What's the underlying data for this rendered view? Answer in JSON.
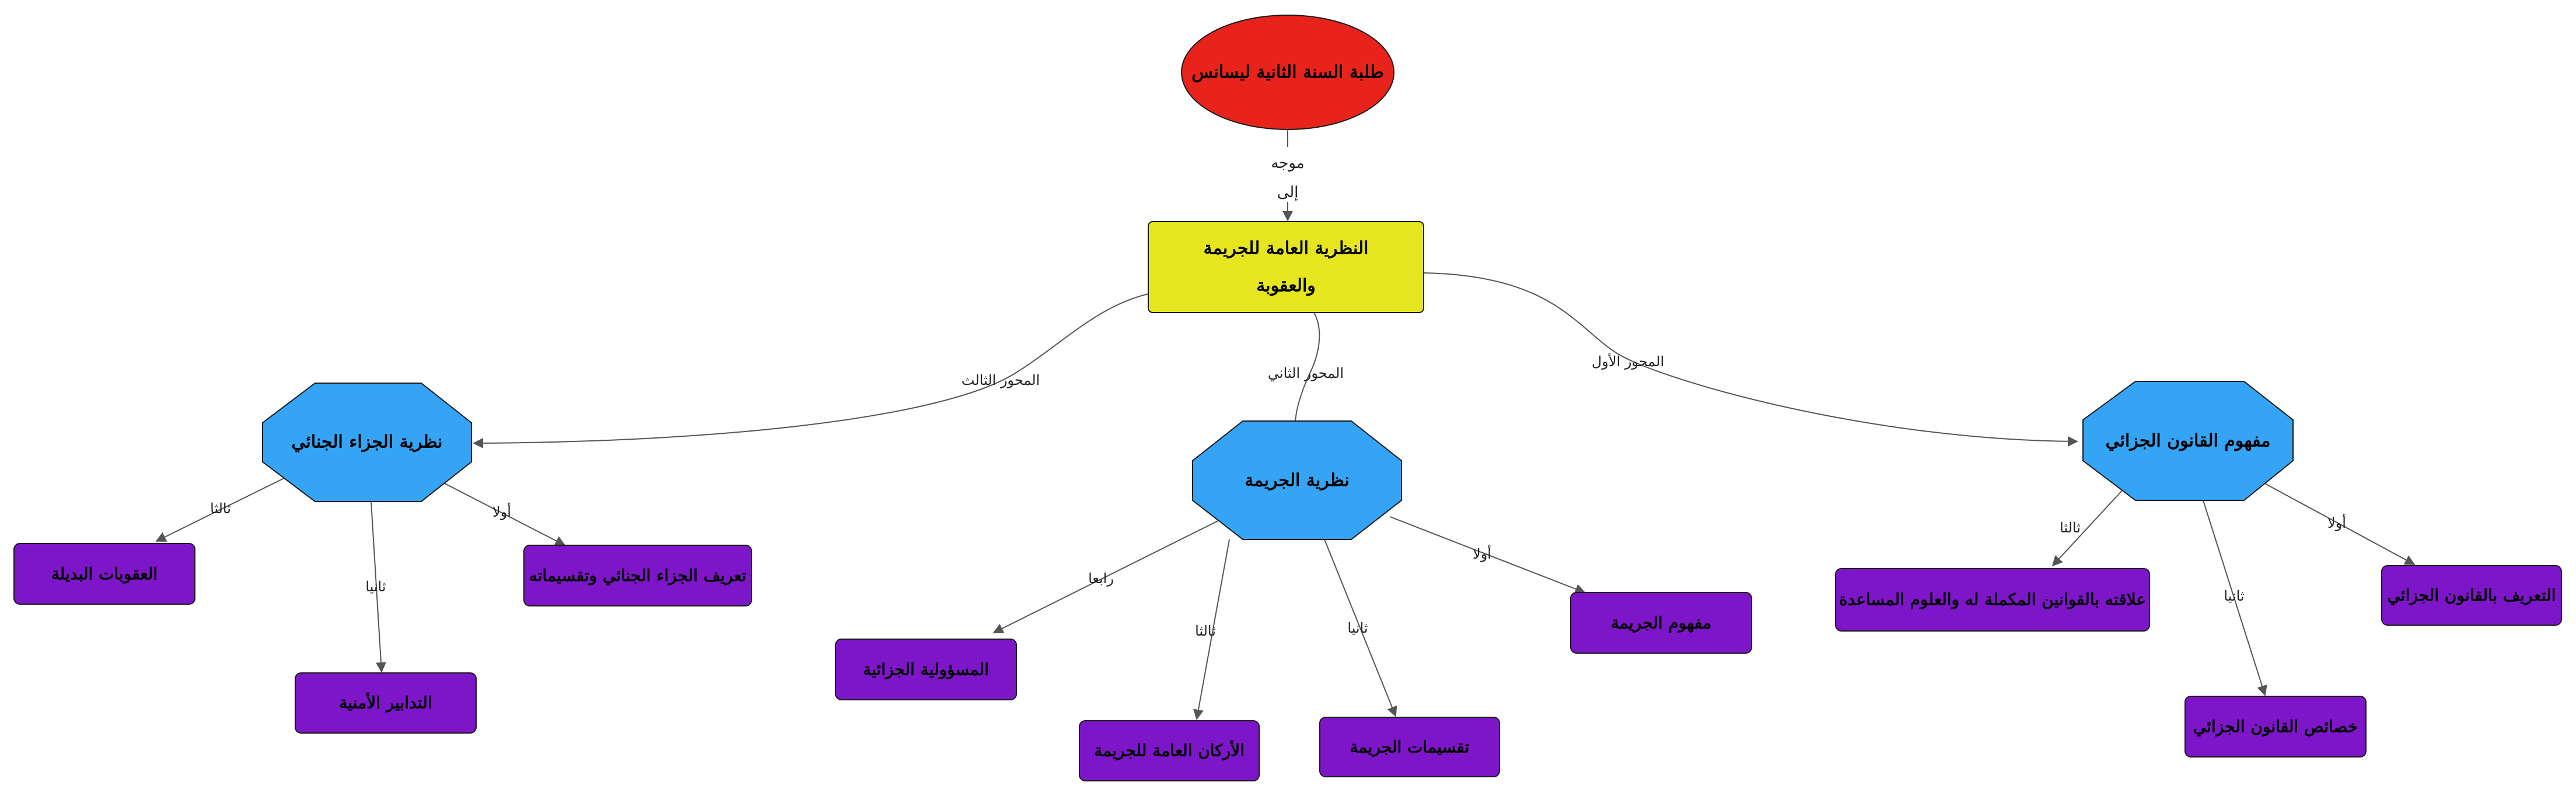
{
  "colors": {
    "root": "#e8231c",
    "title": "#e6e620",
    "axis": "#35a4f4",
    "topic": "#7d16c8",
    "edge": "#555555"
  },
  "nodes": {
    "root": {
      "label": "طلبة السنة الثانية ليسانس"
    },
    "title": {
      "line1": "النظرية العامة للجريمة",
      "line2": "والعقوبة"
    },
    "axis_law": {
      "label": "مفهوم القانون الجزائي"
    },
    "axis_crime": {
      "label": "نظرية الجريمة"
    },
    "axis_penalty": {
      "label": "نظرية الجزاء الجنائي"
    },
    "topic_law_definition": {
      "label": "التعريف بالقانون الجزائي"
    },
    "topic_law_features": {
      "label": "خصائص القانون الجزائي"
    },
    "topic_law_relations": {
      "label": "علاقته بالقوانين المكملة له والعلوم المساعدة"
    },
    "topic_crime_concept": {
      "label": "مفهوم الجريمة"
    },
    "topic_crime_divisions": {
      "label": "تقسيمات الجريمة"
    },
    "topic_crime_elements": {
      "label": "الأركان العامة للجريمة"
    },
    "topic_crime_responsibility": {
      "label": "المسؤولية الجزائية"
    },
    "topic_penalty_definition": {
      "label": "تعريف الجزاء الجنائي وتقسيماته"
    },
    "topic_penalty_measures": {
      "label": "التدابير الأمنية"
    },
    "topic_penalty_alternatives": {
      "label": "العقوبات البديلة"
    }
  },
  "edges": {
    "root_to_title": {
      "line1": "موجه",
      "line2": "إلى"
    },
    "title_to_law": {
      "label": "المحور الأول"
    },
    "title_to_crime": {
      "label": "المحور الثاني"
    },
    "title_to_penalty": {
      "label": "المحور الثالث"
    },
    "law_first": {
      "label": "أولا"
    },
    "law_second": {
      "label": "ثانيا"
    },
    "law_third": {
      "label": "ثالثا"
    },
    "crime_first": {
      "label": "أولا"
    },
    "crime_second": {
      "label": "ثانيا"
    },
    "crime_third": {
      "label": "ثالثا"
    },
    "crime_fourth": {
      "label": "رابعا"
    },
    "penalty_first": {
      "label": "أولا"
    },
    "penalty_second": {
      "label": "ثانيا"
    },
    "penalty_third": {
      "label": "ثالثا"
    }
  }
}
